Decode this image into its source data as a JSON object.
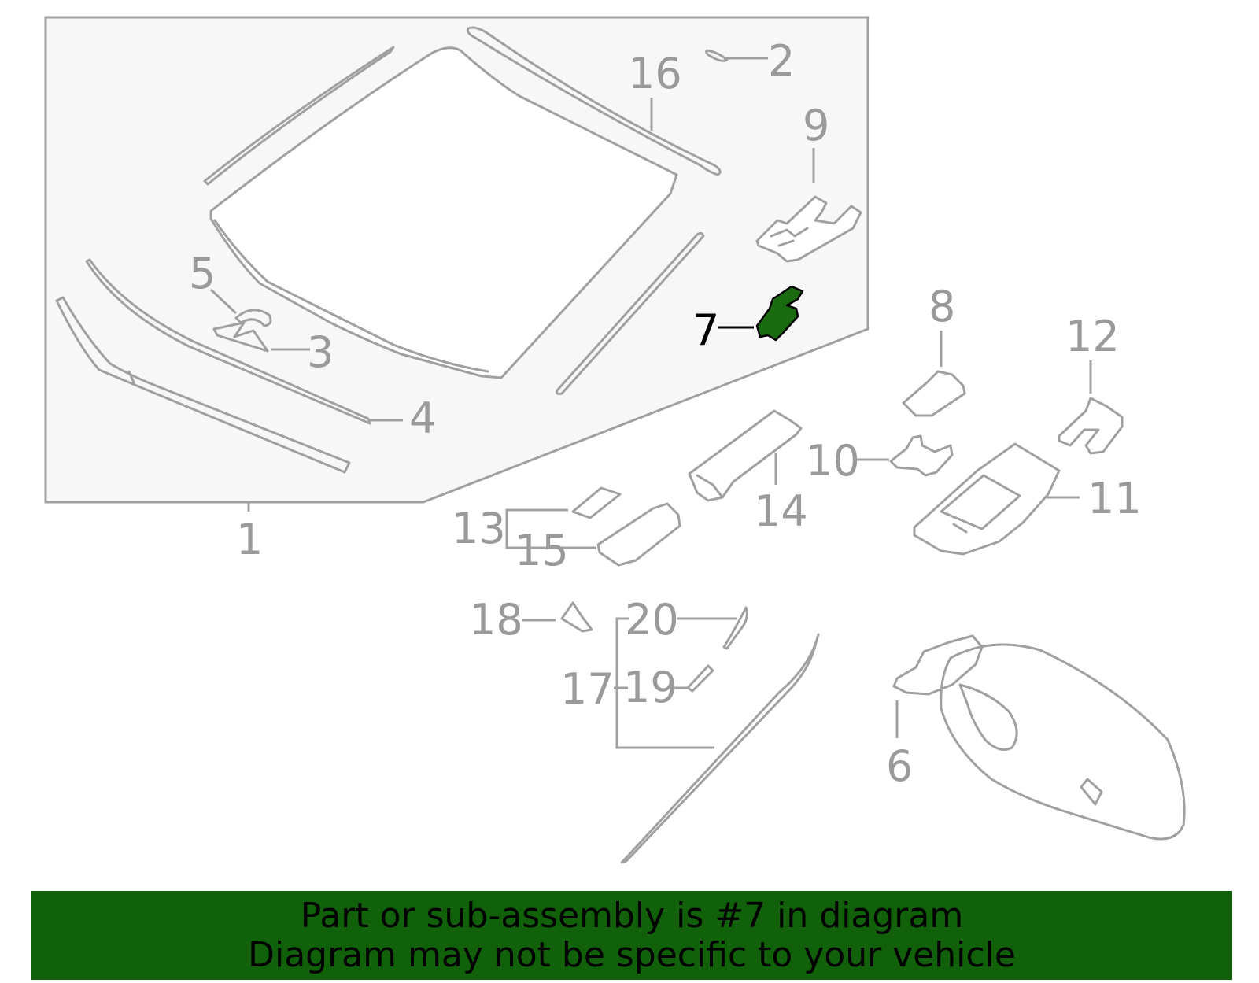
{
  "diagram": {
    "highlight_color": "#1a6b10",
    "callouts": {
      "c1": "1",
      "c2": "2",
      "c3": "3",
      "c4": "4",
      "c5": "5",
      "c6": "6",
      "c7": "7",
      "c8": "8",
      "c9": "9",
      "c10": "10",
      "c11": "11",
      "c12": "12",
      "c13": "13",
      "c14": "14",
      "c15": "15",
      "c16": "16",
      "c17": "17",
      "c18": "18",
      "c19": "19",
      "c20": "20"
    }
  },
  "banner": {
    "line1": "Part or sub-assembly is #7 in diagram",
    "line2": "Diagram may not be specific to your vehicle",
    "background": "#11600a"
  }
}
